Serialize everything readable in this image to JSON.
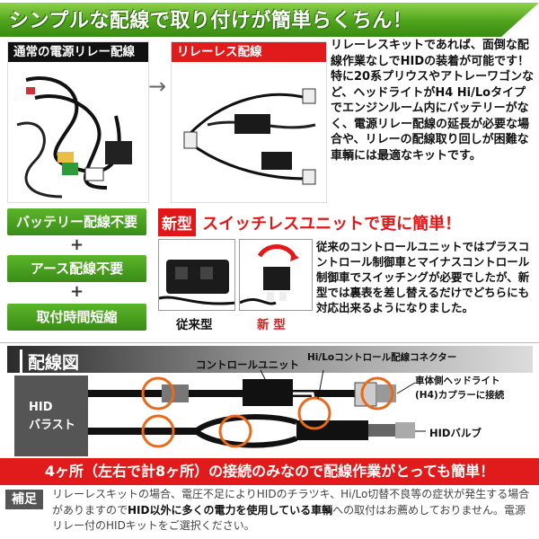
{
  "header": {
    "title": "シンプルな配線で取り付けが簡単らくちん！"
  },
  "top": {
    "left_label": "通常の電源リレー配線",
    "right_label": "リレーレス配線",
    "description": "リレーレスキットであれば、面倒な配線作業なしでHIDの装着が可能です！特に20系プリウスやアトレーワゴンなど、ヘッドライトがH4 Hi/Loタイプでエンジンルーム内にバッテリーがなく、電源リレー配線の延長が必要な場合や、リレーの配線取り回しが困難な車輌には最適なキットです。"
  },
  "badges": [
    "バッテリー配線不要",
    "アース配線不要",
    "取付時間短縮"
  ],
  "plus_sign": "+",
  "switchless": {
    "new_tag": "新型",
    "title": "スイッチレスユニットで更に簡単！",
    "description": "従来のコントロールユニットではプラスコントロール制御車とマイナスコントロール制御車でスイッチングが必要でしたが、新型では裏表を差し替えるだけでどちらにも対応出来るようになりました。",
    "old_caption": "従来型",
    "new_caption": "新 型"
  },
  "diagram": {
    "title": "配線図",
    "control_unit": "コントロールユニット",
    "hilo_connector": "Hi/Loコントロール配線コネクター",
    "vehicle_coupler_1": "車体側ヘッドライト",
    "vehicle_coupler_2": "(H4)カプラーに接続",
    "ballast_1": "HID",
    "ballast_2": "バラスト",
    "bulb": "HIDバルブ"
  },
  "banner": {
    "text": "4ヶ所（左右で計8ヶ所）の接続のみなので配線作業がとっても簡単！"
  },
  "note": {
    "tag": "補足",
    "text_1": "リレーレスキットの場合、電圧不足によりHIDのチラツキ、Hi/Lo切替不良等の症状が発生する場合がありますので",
    "text_bold": "HID以外に多くの電力を使用している車輌",
    "text_2": "への取付はお薦めしておりません。電源リレー付のHIDキットをご選択ください。"
  },
  "colors": {
    "green": "#4fa31c",
    "red": "#e11b1b",
    "dark_gray": "#2b2b2b"
  }
}
